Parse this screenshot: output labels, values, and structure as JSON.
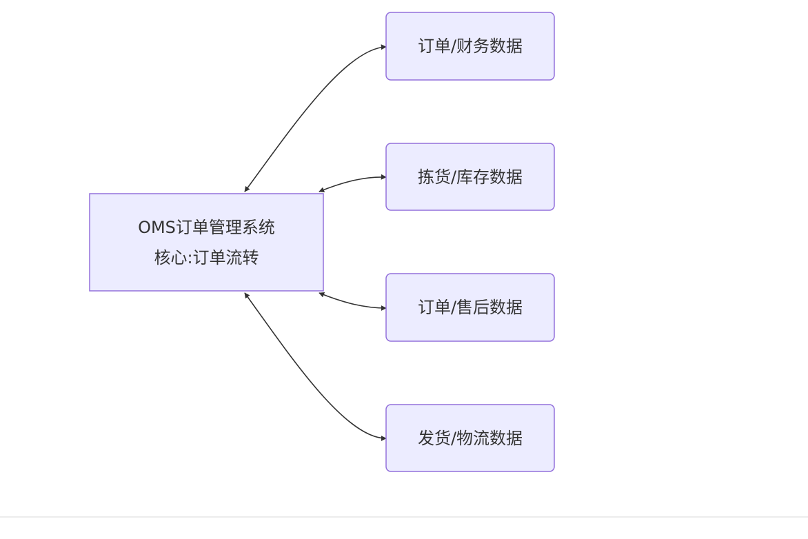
{
  "diagram": {
    "type": "flowchart",
    "direction": "left-to-right",
    "colors": {
      "node_fill": "#ECECFF",
      "node_stroke": "#9370DB",
      "edge": "#333333",
      "text": "#333333",
      "background": "#ffffff"
    },
    "central_node": {
      "id": "oms",
      "lines": [
        "OMS订单管理系统",
        "核心:订单流转"
      ]
    },
    "nodes": [
      {
        "id": "finance",
        "label": "订单/财务数据"
      },
      {
        "id": "picking",
        "label": "拣货/库存数据"
      },
      {
        "id": "aftersale",
        "label": "订单/售后数据"
      },
      {
        "id": "shipping",
        "label": "发货/物流数据"
      }
    ],
    "edges": [
      {
        "from": "oms",
        "to": "finance",
        "bidirectional": true
      },
      {
        "from": "oms",
        "to": "picking",
        "bidirectional": true
      },
      {
        "from": "oms",
        "to": "aftersale",
        "bidirectional": true
      },
      {
        "from": "oms",
        "to": "shipping",
        "bidirectional": true
      }
    ]
  }
}
